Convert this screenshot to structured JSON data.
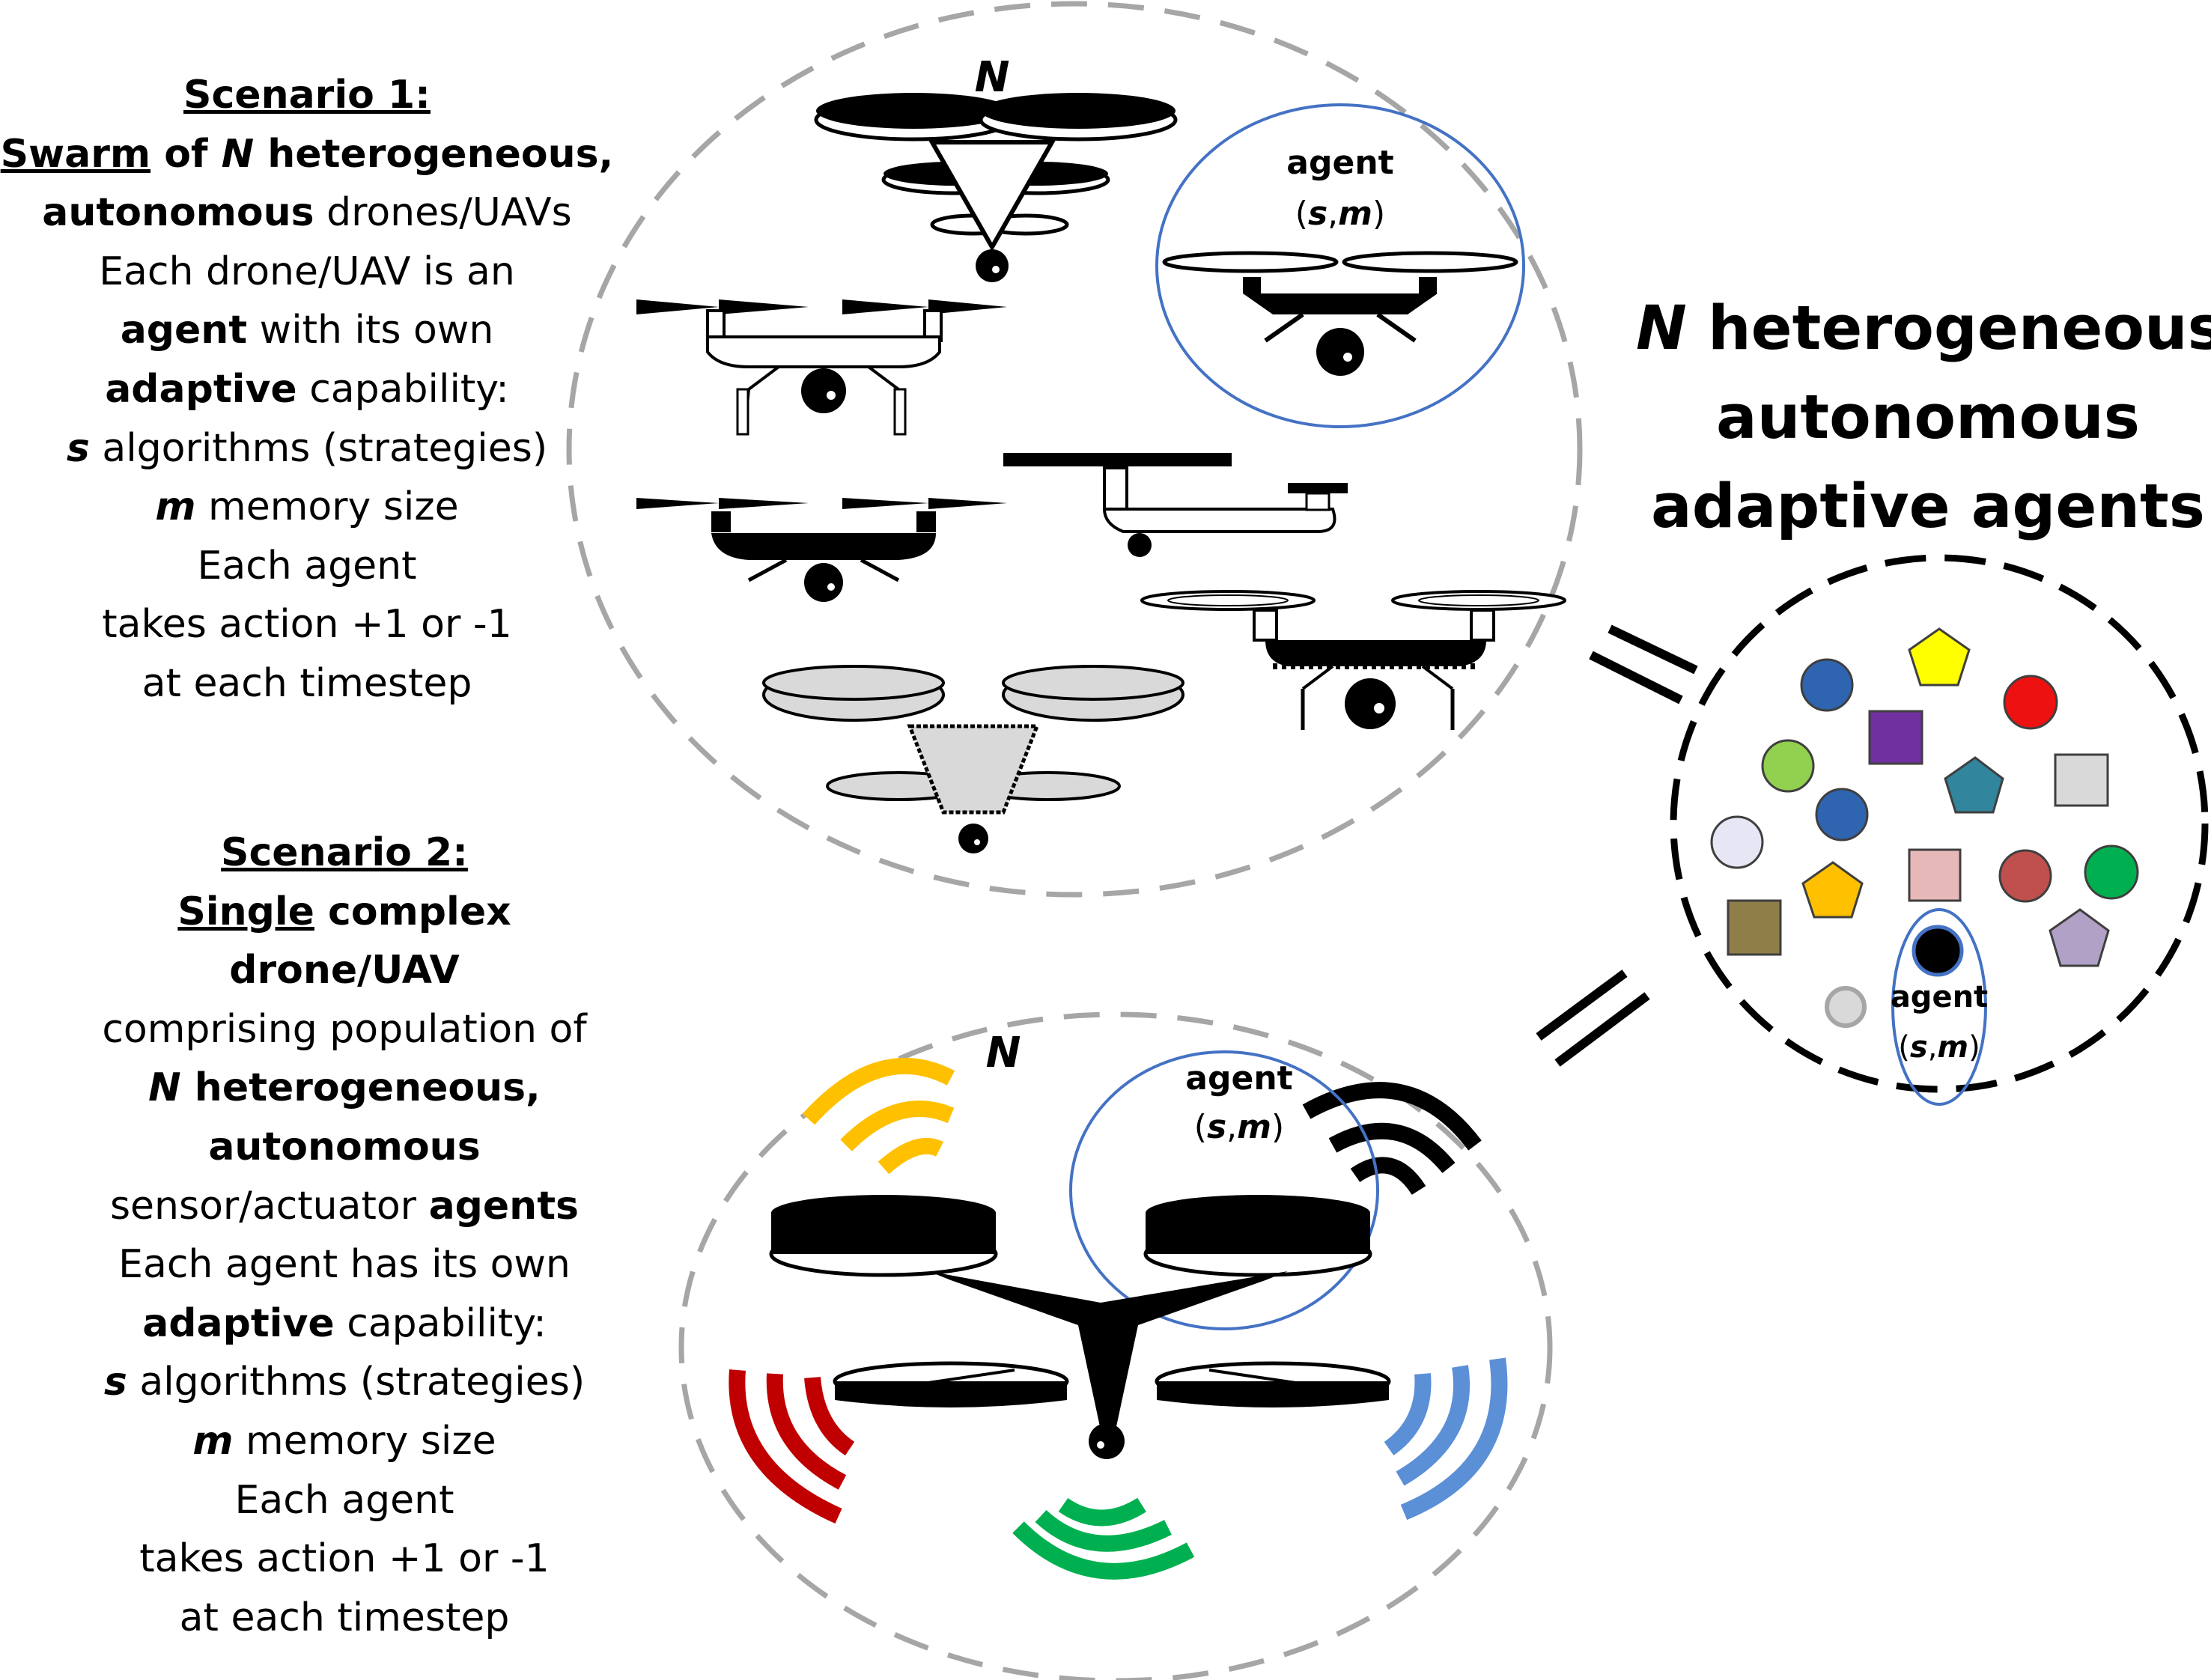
{
  "scenario1": {
    "heading": "Scenario 1:",
    "l1_swarm": "Swarm",
    "l1_of": " of ",
    "l1_n": "N",
    "l1_rest": " heterogeneous,",
    "l2_autonomous": "autonomous",
    "l2_rest": " drones/UAVs",
    "l3": "Each drone/UAV is an",
    "l4_agent": "agent",
    "l4_rest": " with its own",
    "l5_adaptive": "adaptive",
    "l5_rest": " capability:",
    "l6_s": "s",
    "l6_rest": " algorithms (strategies)",
    "l7_m": "m",
    "l7_rest": " memory size",
    "l8": "Each agent",
    "l9": "takes action +1 or -1",
    "l10": "at each timestep"
  },
  "scenario2": {
    "heading": "Scenario 2:",
    "l1_single": "Single",
    "l1_rest": " complex",
    "l2": "drone/UAV",
    "l3": "comprising population of",
    "l4_n": "N",
    "l4_rest": " heterogeneous,",
    "l5": "autonomous",
    "l6_pre": "sensor/actuator ",
    "l6_agents": "agents",
    "l7": "Each agent has its own",
    "l8_adaptive": "adaptive",
    "l8_rest": " capability:",
    "l9_s": "s",
    "l9_rest": " algorithms (strategies)",
    "l10_m": "m",
    "l10_rest": " memory size",
    "l11": "Each agent",
    "l12": "takes action +1 or -1",
    "l13": "at each timestep"
  },
  "title": {
    "n": "N",
    "l1_rest": " heterogeneous",
    "l2": "autonomous",
    "l3": "adaptive agents"
  },
  "labels": {
    "n": "N",
    "agent": "agent",
    "open_paren": "(",
    "s": "s",
    "comma": ",",
    "m": "m",
    "close_paren": ")"
  },
  "colors": {
    "dashed_circle": "#a6a6a6",
    "agent_circle": "#4472c4",
    "signal_yellow": "#ffc000",
    "signal_red": "#c00000",
    "signal_green": "#00b050",
    "signal_blue": "#5b8fd6",
    "black": "#000000",
    "gray_drone": "#d9d9d9"
  },
  "icons": {
    "equals_1": "double-line-connector",
    "equals_2": "double-line-connector"
  }
}
